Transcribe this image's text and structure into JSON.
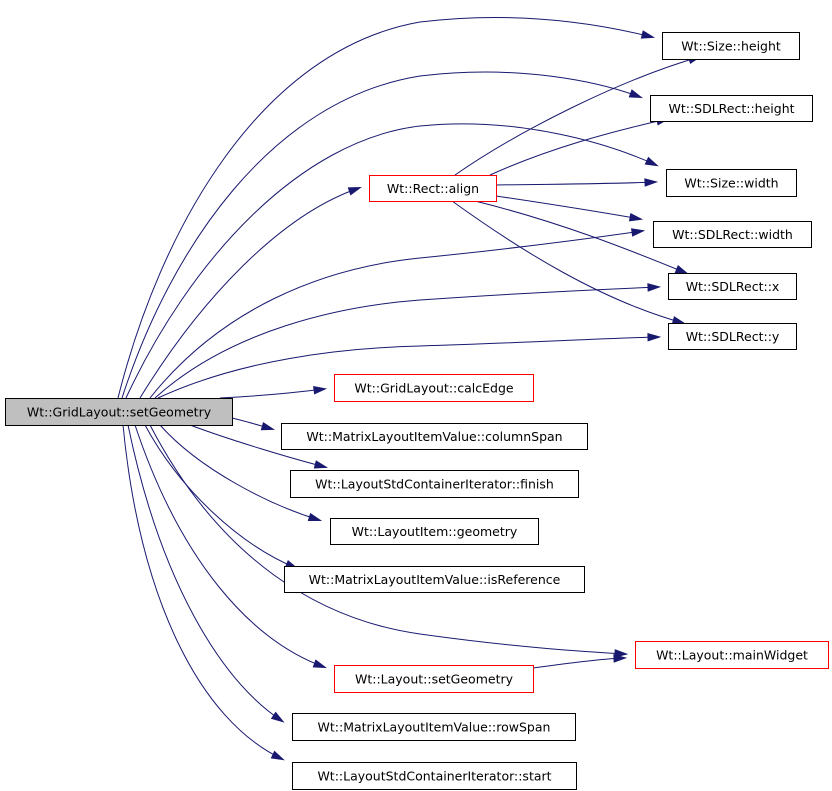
{
  "graph": {
    "colors": {
      "edge": "#191970",
      "root_fill": "#bfbfbf",
      "documented_border": "#000000",
      "undocumented_border": "#ff0000"
    },
    "root": {
      "id": "root",
      "label": "Wt::GridLayout::setGeometry"
    },
    "nodes": [
      {
        "id": "size_height",
        "label": "Wt::Size::height",
        "border": "black"
      },
      {
        "id": "sdl_height",
        "label": "Wt::SDLRect::height",
        "border": "black"
      },
      {
        "id": "rect_align",
        "label": "Wt::Rect::align",
        "border": "red"
      },
      {
        "id": "size_width",
        "label": "Wt::Size::width",
        "border": "black"
      },
      {
        "id": "sdl_width",
        "label": "Wt::SDLRect::width",
        "border": "black"
      },
      {
        "id": "sdl_x",
        "label": "Wt::SDLRect::x",
        "border": "black"
      },
      {
        "id": "sdl_y",
        "label": "Wt::SDLRect::y",
        "border": "black"
      },
      {
        "id": "calc_edge",
        "label": "Wt::GridLayout::calcEdge",
        "border": "red"
      },
      {
        "id": "column_span",
        "label": "Wt::MatrixLayoutItemValue::columnSpan",
        "border": "black"
      },
      {
        "id": "finish",
        "label": "Wt::LayoutStdContainerIterator::finish",
        "border": "black"
      },
      {
        "id": "geometry",
        "label": "Wt::LayoutItem::geometry",
        "border": "black"
      },
      {
        "id": "is_reference",
        "label": "Wt::MatrixLayoutItemValue::isReference",
        "border": "black"
      },
      {
        "id": "main_widget",
        "label": "Wt::Layout::mainWidget",
        "border": "red"
      },
      {
        "id": "layout_set_geometry",
        "label": "Wt::Layout::setGeometry",
        "border": "red"
      },
      {
        "id": "row_span",
        "label": "Wt::MatrixLayoutItemValue::rowSpan",
        "border": "black"
      },
      {
        "id": "start",
        "label": "Wt::LayoutStdContainerIterator::start",
        "border": "black"
      }
    ],
    "edges": [
      {
        "from": "root",
        "to": "size_height"
      },
      {
        "from": "root",
        "to": "sdl_height"
      },
      {
        "from": "root",
        "to": "size_width"
      },
      {
        "from": "root",
        "to": "rect_align"
      },
      {
        "from": "root",
        "to": "sdl_width"
      },
      {
        "from": "root",
        "to": "sdl_x"
      },
      {
        "from": "root",
        "to": "sdl_y"
      },
      {
        "from": "root",
        "to": "calc_edge"
      },
      {
        "from": "root",
        "to": "column_span"
      },
      {
        "from": "root",
        "to": "finish"
      },
      {
        "from": "root",
        "to": "geometry"
      },
      {
        "from": "root",
        "to": "is_reference"
      },
      {
        "from": "root",
        "to": "main_widget"
      },
      {
        "from": "root",
        "to": "layout_set_geometry"
      },
      {
        "from": "root",
        "to": "row_span"
      },
      {
        "from": "root",
        "to": "start"
      },
      {
        "from": "rect_align",
        "to": "size_height"
      },
      {
        "from": "rect_align",
        "to": "sdl_height"
      },
      {
        "from": "rect_align",
        "to": "size_width"
      },
      {
        "from": "rect_align",
        "to": "sdl_width"
      },
      {
        "from": "rect_align",
        "to": "sdl_x"
      },
      {
        "from": "rect_align",
        "to": "sdl_y"
      },
      {
        "from": "layout_set_geometry",
        "to": "main_widget"
      }
    ]
  }
}
